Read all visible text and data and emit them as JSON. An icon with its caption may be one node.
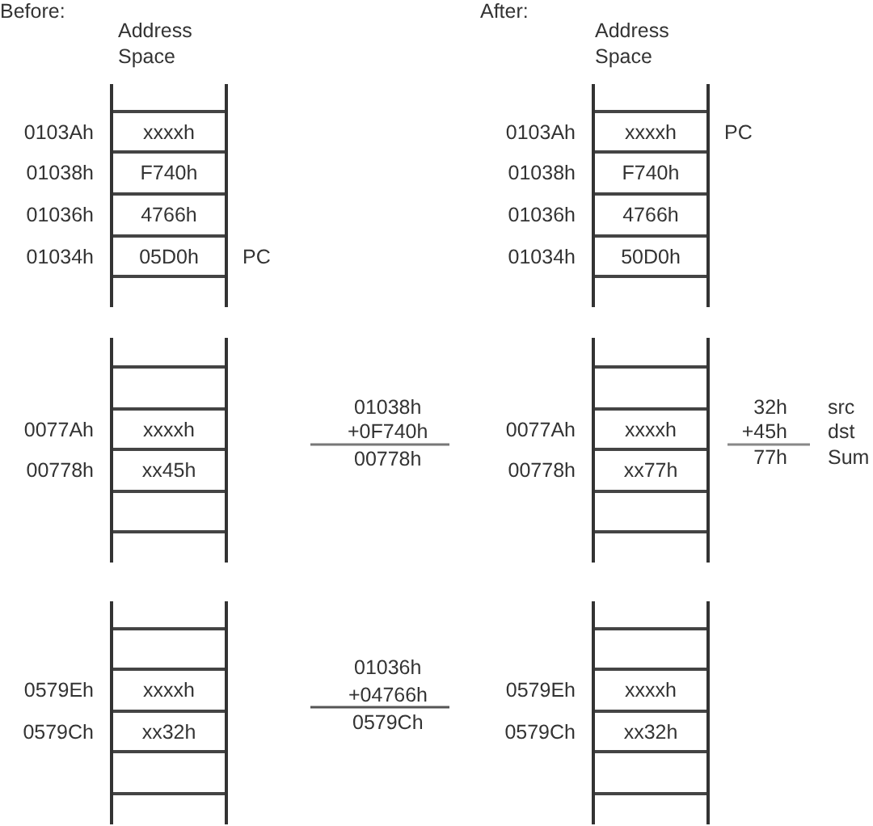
{
  "diagram": {
    "nodes": [
      {
        "text": [
          "xxxxh"
        ],
        "beside": [
          "0103Ah"
        ]
      },
      {
        "text": [
          "F740h"
        ],
        "beside": [
          "01038h"
        ]
      },
      {
        "text": [
          "4766h"
        ],
        "beside": [
          "01036h"
        ]
      },
      {
        "text": [
          "05D0h"
        ],
        "beside": [
          "01034h",
          "PC"
        ]
      },
      {
        "text": [],
        "shape": "box"
      },
      {
        "text": [
          "xxxxh"
        ],
        "beside": [
          "0077Ah"
        ]
      },
      {
        "text": [
          "xx45h"
        ],
        "beside": [
          "00778h"
        ]
      },
      {
        "text": [],
        "shape": "box"
      },
      {
        "text": [],
        "shape": "box"
      },
      {
        "text": [
          "xxxxh"
        ],
        "beside": [
          "0579Eh"
        ]
      },
      {
        "text": [
          "xx32h"
        ],
        "beside": [
          "0579Ch"
        ]
      },
      {
        "text": [],
        "shape": "box"
      },
      {
        "text": [
          "xxxxh"
        ],
        "beside": [
          "0103Ah",
          "PC"
        ]
      },
      {
        "text": [
          "F740h"
        ],
        "beside": [
          "01038h"
        ]
      },
      {
        "text": [
          "4766h"
        ],
        "beside": [
          "01036h"
        ]
      },
      {
        "text": [
          "50D0h"
        ],
        "beside": [
          "01034h"
        ]
      },
      {
        "text": [],
        "shape": "box"
      },
      {
        "text": [
          "xxxxh"
        ],
        "beside": [
          "0077Ah"
        ]
      },
      {
        "text": [
          "xx77h"
        ],
        "beside": [
          "00778h"
        ]
      },
      {
        "text": [],
        "shape": "box"
      },
      {
        "text": [],
        "shape": "box"
      },
      {
        "text": [
          "xxxxh"
        ],
        "beside": [
          "0579Eh"
        ]
      },
      {
        "text": [
          "xx32h"
        ],
        "beside": [
          "0579Ch"
        ]
      },
      {
        "text": [],
        "shape": "box"
      }
    ],
    "labels": [
      "Before:",
      "After:",
      "Address Space",
      "Address Space",
      "01038h",
      "+0F740h",
      "00778h",
      "32h",
      "src",
      "+45h",
      "dst",
      "77h",
      "Sum",
      "01036h",
      "+04766h",
      "0579Ch"
    ]
  }
}
